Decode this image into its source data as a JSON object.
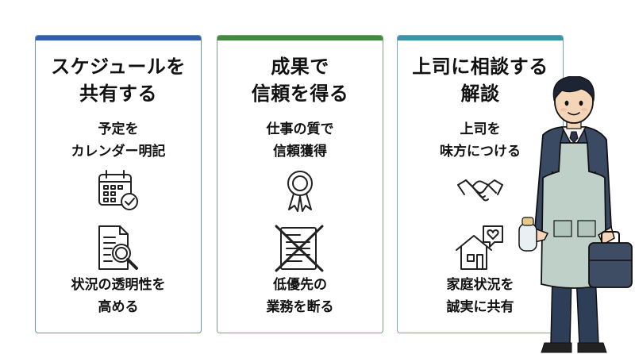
{
  "cards": [
    {
      "title": "スケジュールを\n共有する",
      "subtitle": "予定を\nカレンダー明記",
      "bottom": "状況の透明性を\n高める",
      "accent": "#2e5fa8",
      "icons": [
        "calendar-check-icon",
        "document-magnifier-icon"
      ]
    },
    {
      "title": "成果で\n信頼を得る",
      "subtitle": "仕事の質で\n信頼獲得",
      "bottom": "低優先の\n業務を断る",
      "accent": "#3f8a3c",
      "icons": [
        "award-ribbon-icon",
        "crossed-document-icon"
      ]
    },
    {
      "title": "上司に相談する\n解談",
      "subtitle": "上司を\n味方につける",
      "bottom": "家庭状況を\n誠実に共有",
      "accent": "#3c93a8",
      "icons": [
        "handshake-icon",
        "house-heart-icon"
      ]
    }
  ]
}
